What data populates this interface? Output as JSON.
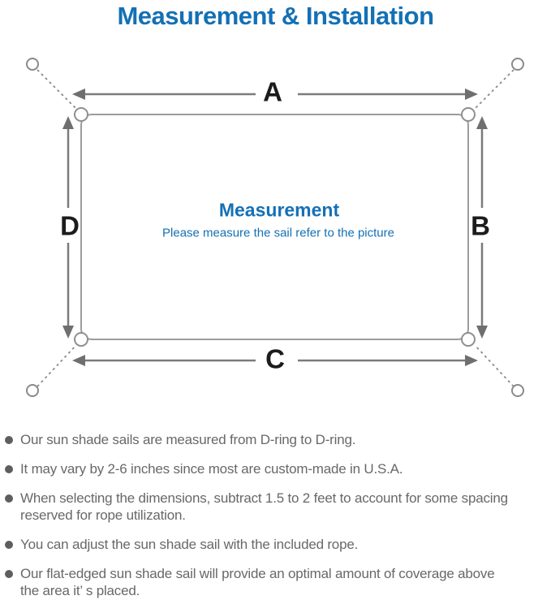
{
  "title": "Measurement & Installation",
  "colors": {
    "accent_blue": "#1470b5",
    "line_gray": "#7b7b7b",
    "outline_gray": "#9c9c9c",
    "text_gray": "#686868"
  },
  "diagram": {
    "dimension_labels": {
      "top": "A",
      "right": "B",
      "bottom": "C",
      "left": "D"
    },
    "center_title": "Measurement",
    "center_subtitle": "Please measure the sail refer to the picture",
    "icons": {
      "d_ring": "small white circle on each sail corner",
      "anchor_point": "small white circle at each dashed rope end",
      "dimension_arrow": "double-headed gray arrow"
    }
  },
  "bullets": {
    "items": [
      {
        "lines": [
          "Our sun shade sails are measured from D-ring to D-ring."
        ]
      },
      {
        "lines": [
          "It may vary by 2-6 inches since most are custom-made in U.S.A."
        ]
      },
      {
        "lines": [
          "When selecting the dimensions, subtract 1.5 to 2 feet to account for some spacing",
          "reserved for rope utilization."
        ]
      },
      {
        "lines": [
          "You can adjust the sun shade sail with the included rope."
        ]
      },
      {
        "lines": [
          "Our flat-edged sun shade sail will provide an optimal amount of coverage above",
          "the area it’ s placed."
        ]
      }
    ]
  }
}
